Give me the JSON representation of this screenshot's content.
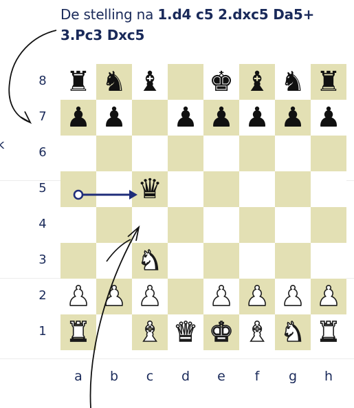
{
  "caption": {
    "prefix": "De stelling na ",
    "moves_line1": "1.d4 c5 2.dxc5 Da5+",
    "moves_line2": "3.Pc3 Dxc5"
  },
  "margin_fragment": "k",
  "board": {
    "ranks": [
      "8",
      "7",
      "6",
      "5",
      "4",
      "3",
      "2",
      "1"
    ],
    "files": [
      "a",
      "b",
      "c",
      "d",
      "e",
      "f",
      "g",
      "h"
    ],
    "position": [
      [
        "bR",
        "bN",
        "bB",
        "",
        "bK",
        "bB",
        "bN",
        "bR"
      ],
      [
        "bP",
        "bP",
        "",
        "bP",
        "bP",
        "bP",
        "bP",
        "bP"
      ],
      [
        "",
        "",
        "",
        "",
        "",
        "",
        "",
        ""
      ],
      [
        "",
        "",
        "bQ",
        "",
        "",
        "",
        "",
        ""
      ],
      [
        "",
        "",
        "",
        "",
        "",
        "",
        "",
        ""
      ],
      [
        "",
        "",
        "wN",
        "",
        "",
        "",
        "",
        ""
      ],
      [
        "wP",
        "wP",
        "wP",
        "",
        "wP",
        "wP",
        "wP",
        "wP"
      ],
      [
        "wR",
        "",
        "wB",
        "wQ",
        "wK",
        "wB",
        "wN",
        "wR"
      ]
    ],
    "last_move": {
      "from": "a5",
      "to": "c5"
    }
  },
  "pieces": {
    "K": "♚",
    "Q": "♛",
    "R": "♜",
    "B": "♝",
    "N": "♞",
    "P": "♟"
  },
  "colors": {
    "light_square": "#ffffff",
    "dark_square": "#e3e0b4",
    "text": "#1a2a5a",
    "arrow": "#1f2d7a"
  }
}
